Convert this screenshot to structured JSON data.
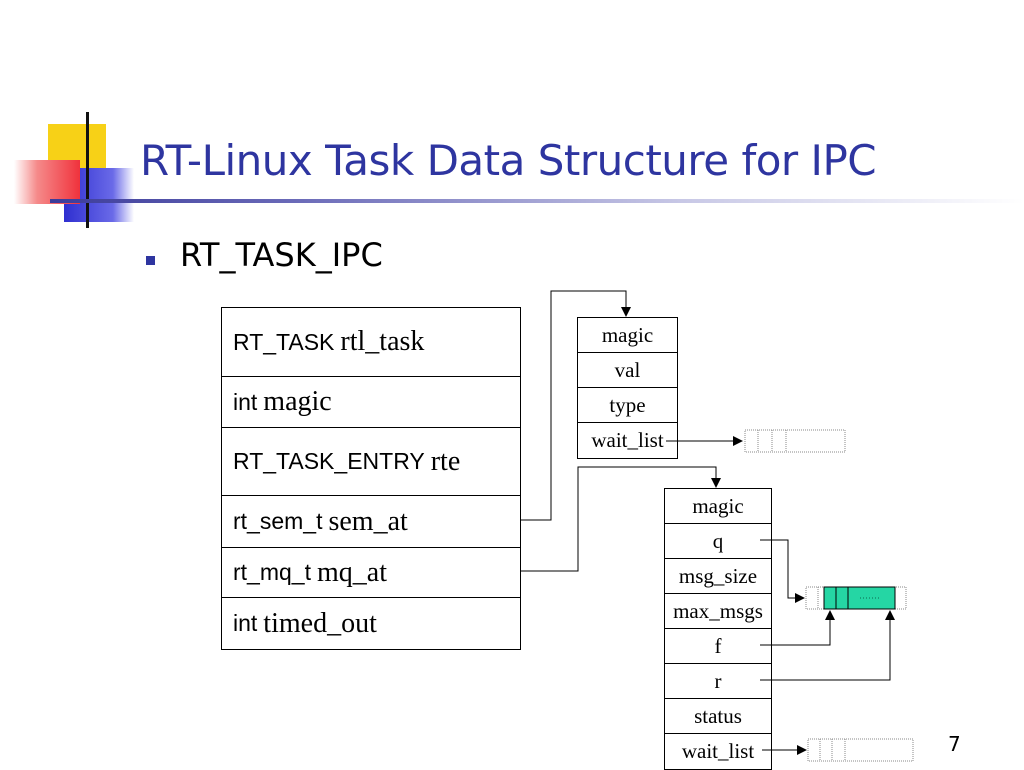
{
  "slide": {
    "title": "RT-Linux Task Data Structure for IPC",
    "bullet": "RT_TASK_IPC",
    "page_number": "7"
  },
  "rt_task_ipc": [
    {
      "type": "RT_TASK",
      "name": "rtl_task"
    },
    {
      "type": "int",
      "name": "magic"
    },
    {
      "type": "RT_TASK_ENTRY",
      "name": "rte"
    },
    {
      "type": "rt_sem_t",
      "name": "sem_at"
    },
    {
      "type": "rt_mq_t",
      "name": "mq_at"
    },
    {
      "type": "int",
      "name": "timed_out"
    }
  ],
  "semaphore": [
    "magic",
    "val",
    "type",
    "wait_list"
  ],
  "message_queue": [
    "magic",
    "q",
    "msg_size",
    "max_msgs",
    "f",
    "r",
    "status",
    "wait_list"
  ],
  "colors": {
    "title": "#2e35a0",
    "queue_fill": "#25d6a4",
    "deco_yellow": "#f7d117",
    "deco_red": "#f0323c",
    "deco_blue": "#3a3ad8"
  }
}
